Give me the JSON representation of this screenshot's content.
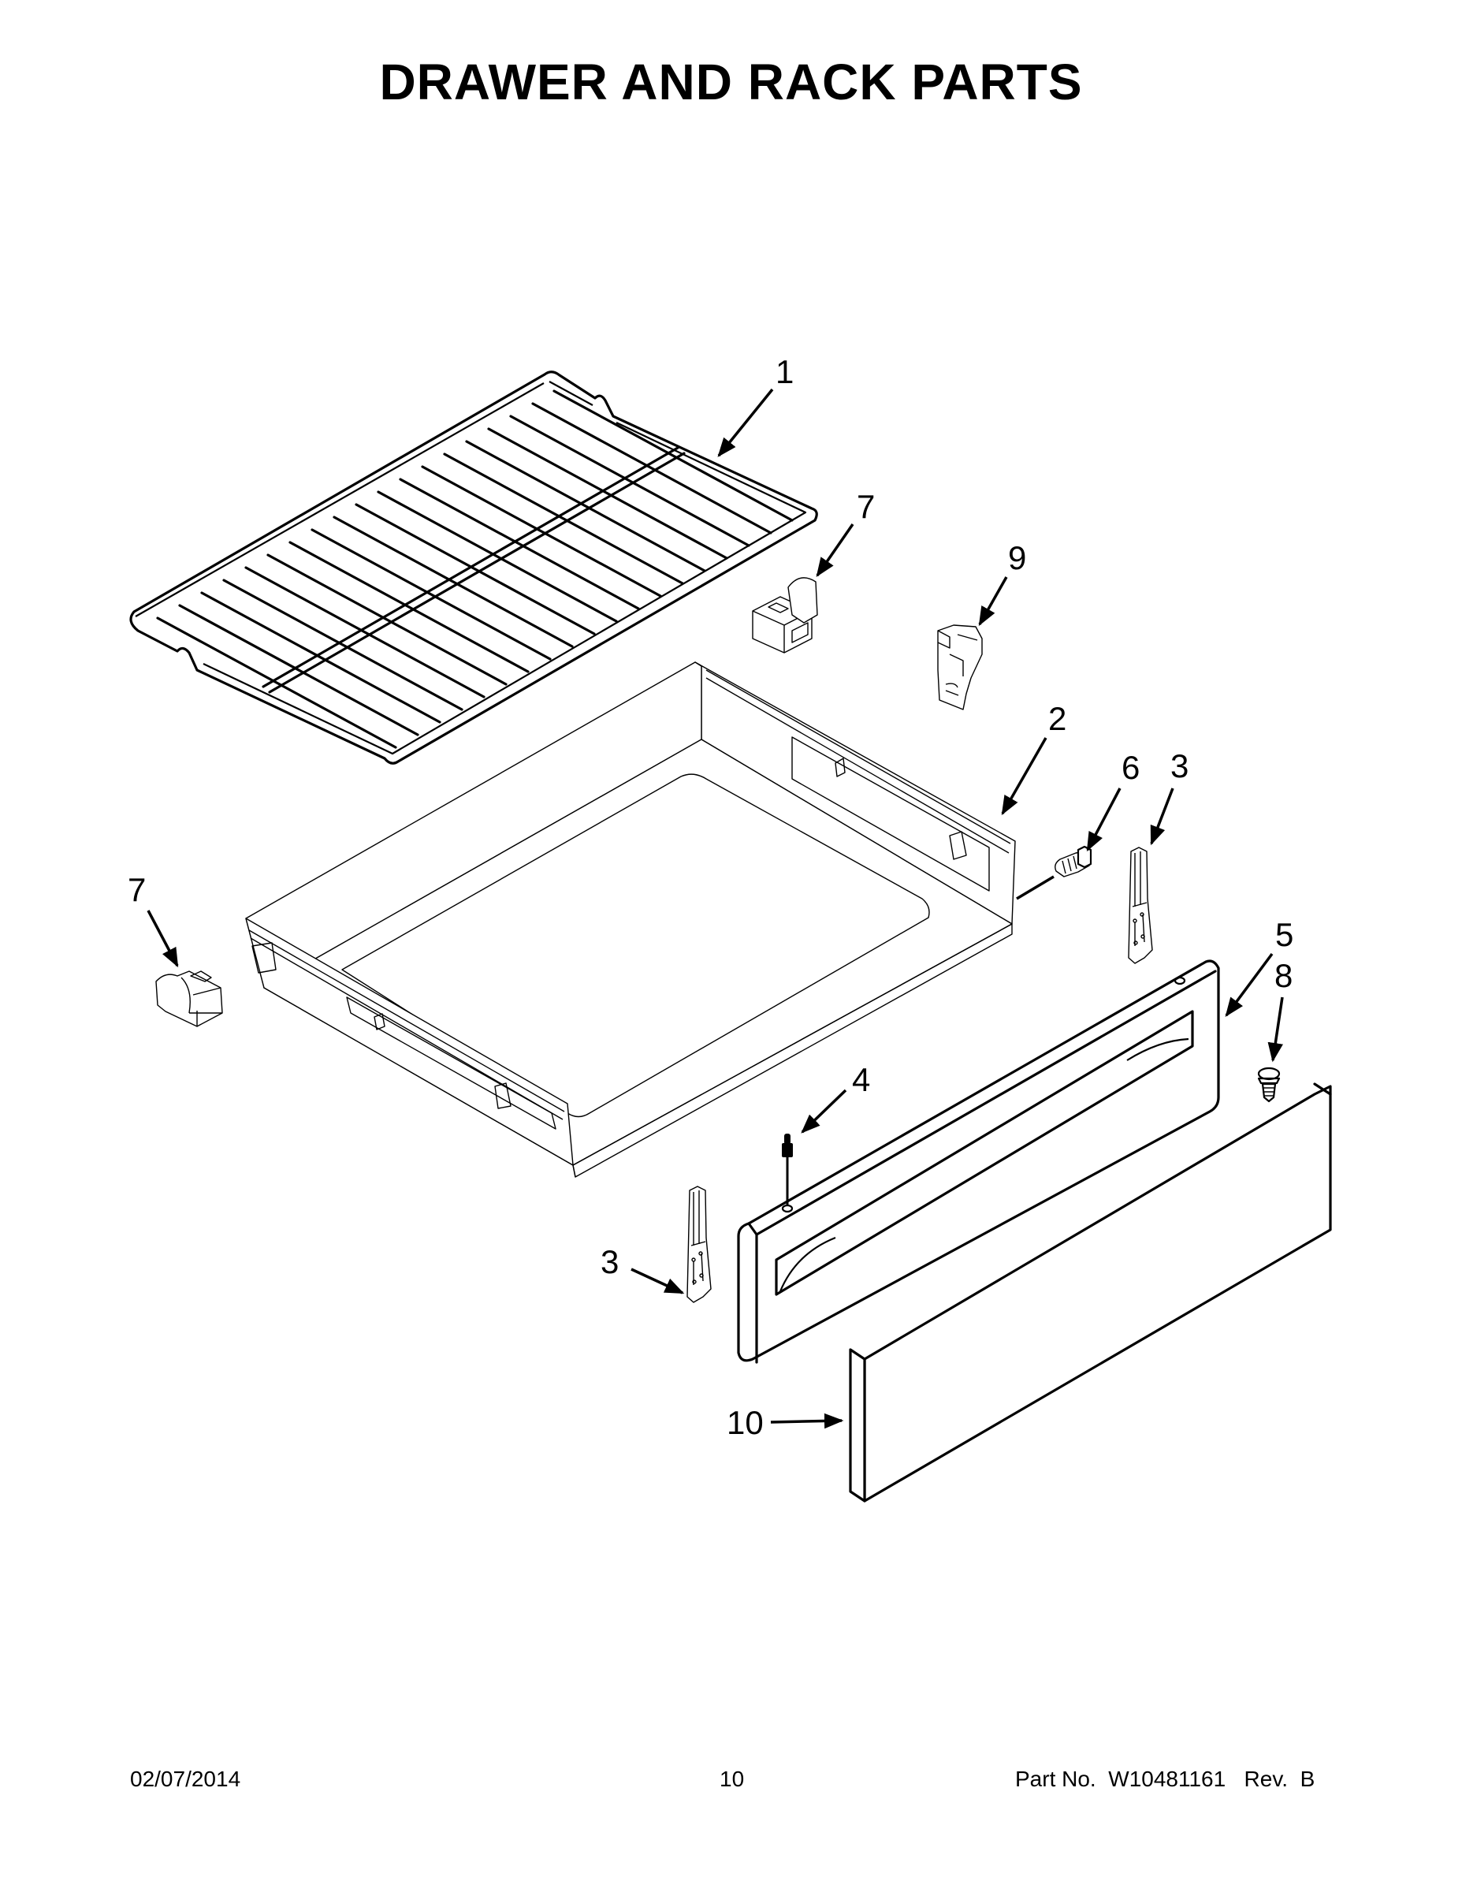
{
  "page": {
    "title": "DRAWER AND RACK PARTS",
    "background_color": "#ffffff",
    "ink_color": "#000000"
  },
  "diagram": {
    "type": "exploded-parts-diagram",
    "callouts": [
      {
        "id": "c1",
        "label": "1",
        "part": "oven-rack"
      },
      {
        "id": "c2",
        "label": "2",
        "part": "storage-drawer"
      },
      {
        "id": "c3a",
        "label": "3",
        "part": "drawer-slide-right"
      },
      {
        "id": "c3b",
        "label": "3",
        "part": "drawer-slide-left"
      },
      {
        "id": "c4",
        "label": "4",
        "part": "pin"
      },
      {
        "id": "c5",
        "label": "5",
        "part": "drawer-front-panel"
      },
      {
        "id": "c6",
        "label": "6",
        "part": "screw"
      },
      {
        "id": "c7a",
        "label": "7",
        "part": "rack-bracket-right"
      },
      {
        "id": "c7b",
        "label": "7",
        "part": "rack-bracket-left"
      },
      {
        "id": "c8",
        "label": "8",
        "part": "screw"
      },
      {
        "id": "c9",
        "label": "9",
        "part": "clip"
      },
      {
        "id": "c10",
        "label": "10",
        "part": "kickplate"
      }
    ]
  },
  "footer": {
    "date": "02/07/2014",
    "page_number": "10",
    "part_number": "Part No.  W10481161   Rev.  B"
  }
}
